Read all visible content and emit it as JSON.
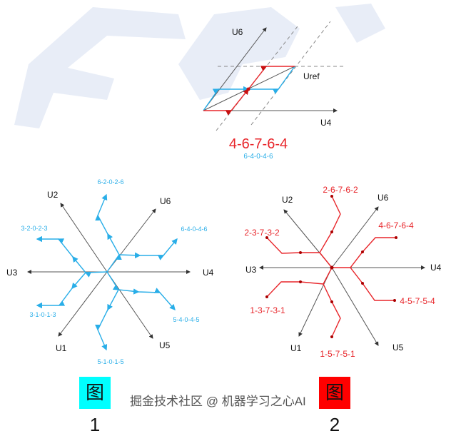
{
  "top_diagram": {
    "axes": {
      "u6": "U6",
      "u4": "U4",
      "uref": "Uref"
    },
    "title": "4-6-7-6-4",
    "subtitle": "6-4-0-4-6"
  },
  "figure1": {
    "axes": {
      "u1": "U1",
      "u2": "U2",
      "u3": "U3",
      "u4": "U4",
      "u5": "U5",
      "u6": "U6"
    },
    "sequences": [
      "6-2-0-2-6",
      "6-4-0-4-6",
      "5-4-0-4-5",
      "5-1-0-1-5",
      "3-2-0-2-3",
      "3-1-0-1-3"
    ],
    "caption": "图 1",
    "color": "#29aee8",
    "caption_bg": "#00ffff"
  },
  "figure2": {
    "axes": {
      "u1": "U1",
      "u2": "U2",
      "u3": "U3",
      "u4": "U4",
      "u5": "U5",
      "u6": "U6"
    },
    "sequences": [
      "2-6-7-6-2",
      "2-3-7-3-2",
      "4-6-7-6-4",
      "4-5-7-5-4",
      "1-3-7-3-1",
      "1-5-7-5-1"
    ],
    "caption": "图 2",
    "color": "#e8252a",
    "caption_bg": "#ff0000"
  },
  "watermark": "掘金技术社区 @ 机器学习之心AI"
}
